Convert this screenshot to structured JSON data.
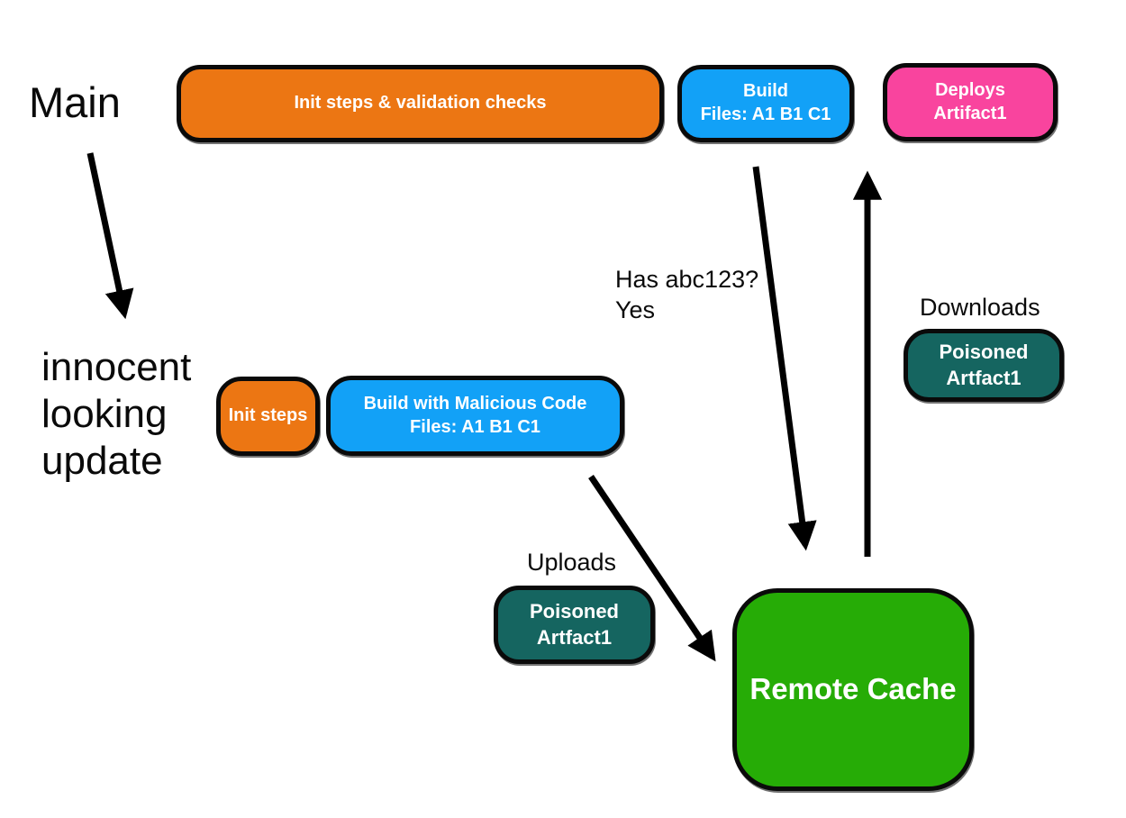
{
  "colors": {
    "orange": "#EC7613",
    "blue": "#12A1F7",
    "pink": "#F9449E",
    "teal": "#156560",
    "green": "#26AC06",
    "arrow": "#000000",
    "label_text": "#0a0a0a",
    "node_text": "#ffffff",
    "background": "#ffffff"
  },
  "labels": {
    "main": "Main",
    "innocent_update": "innocent\nlooking\nupdate",
    "has_hash": "Has abc123?\nYes",
    "downloads": "Downloads",
    "uploads": "Uploads"
  },
  "nodes": {
    "init_validation": {
      "label": "Init steps & validation checks",
      "color": "#EC7613"
    },
    "build_main": {
      "label": "Build\nFiles: A1 B1 C1",
      "color": "#12A1F7"
    },
    "deploys_artifact": {
      "label": "Deploys\nArtifact1",
      "color": "#F9449E"
    },
    "init_steps": {
      "label": "Init steps",
      "color": "#EC7613"
    },
    "build_malicious": {
      "label": "Build with Malicious Code\nFiles: A1 B1 C1",
      "color": "#12A1F7"
    },
    "poisoned_upload": {
      "label": "Poisoned\nArtfact1",
      "color": "#156560"
    },
    "poisoned_download": {
      "label": "Poisoned\nArtfact1",
      "color": "#156560"
    },
    "remote_cache": {
      "label": "Remote Cache",
      "color": "#26AC06"
    }
  },
  "arrows": {
    "main_to_update": "main-branch to innocent-looking-update",
    "build_to_cache": "build queries remote cache",
    "cache_to_deploy": "cache returns artifact for deploy",
    "malicious_to_cache": "malicious build uploads to remote cache"
  }
}
